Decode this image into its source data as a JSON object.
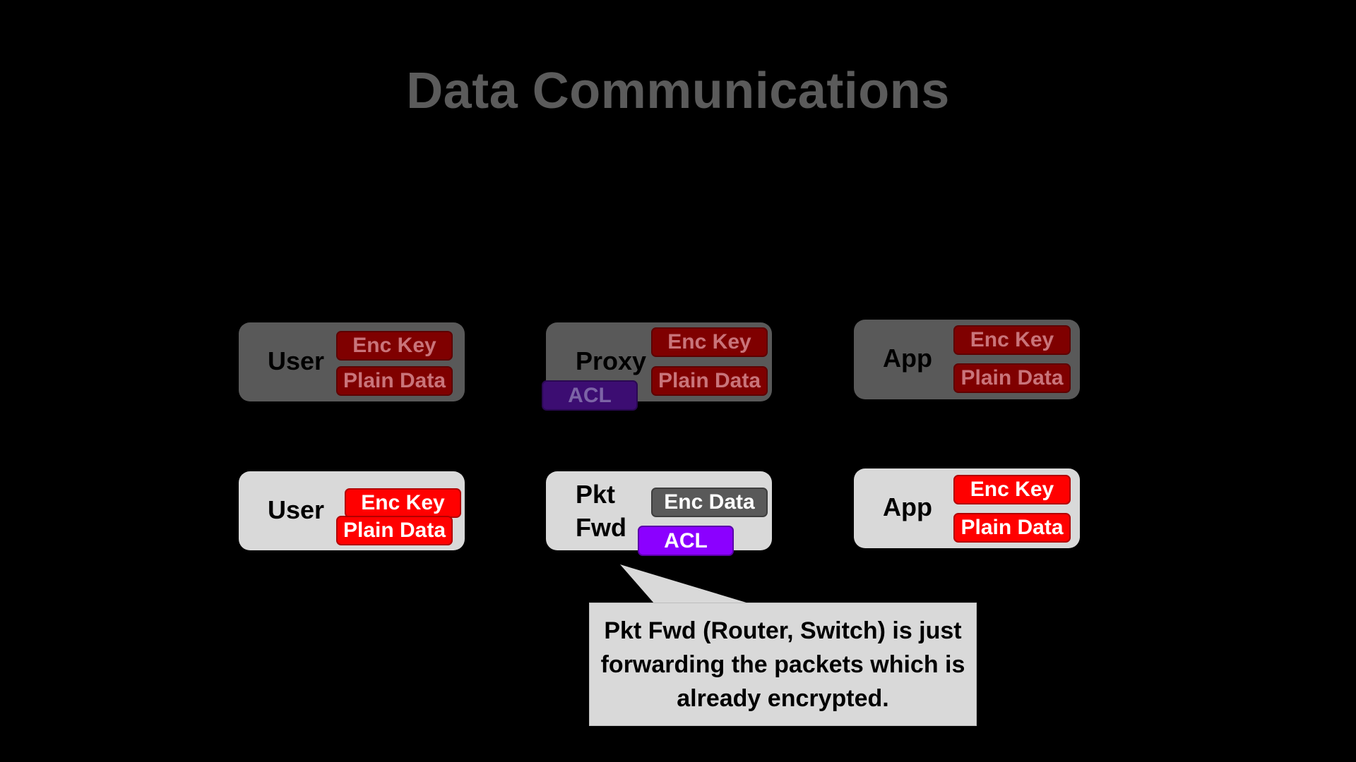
{
  "title": "Data Communications",
  "tags": {
    "enc_key": "Enc Key",
    "plain_data": "Plain Data",
    "acl": "ACL",
    "enc_data": "Enc Data"
  },
  "nodes": {
    "user": "User",
    "proxy": "Proxy",
    "app": "App",
    "pkt": "Pkt",
    "fwd": "Fwd"
  },
  "callout": "Pkt Fwd (Router, Switch) is just forwarding the packets which is already encrypted.",
  "colors": {
    "background": "#000000",
    "dim_box": "#595959",
    "bright_box": "#d9d9d9",
    "red": "#ff0000",
    "dim_red": "#7f0000",
    "purple": "#8b00ff",
    "dim_purple": "#3c0d72"
  }
}
